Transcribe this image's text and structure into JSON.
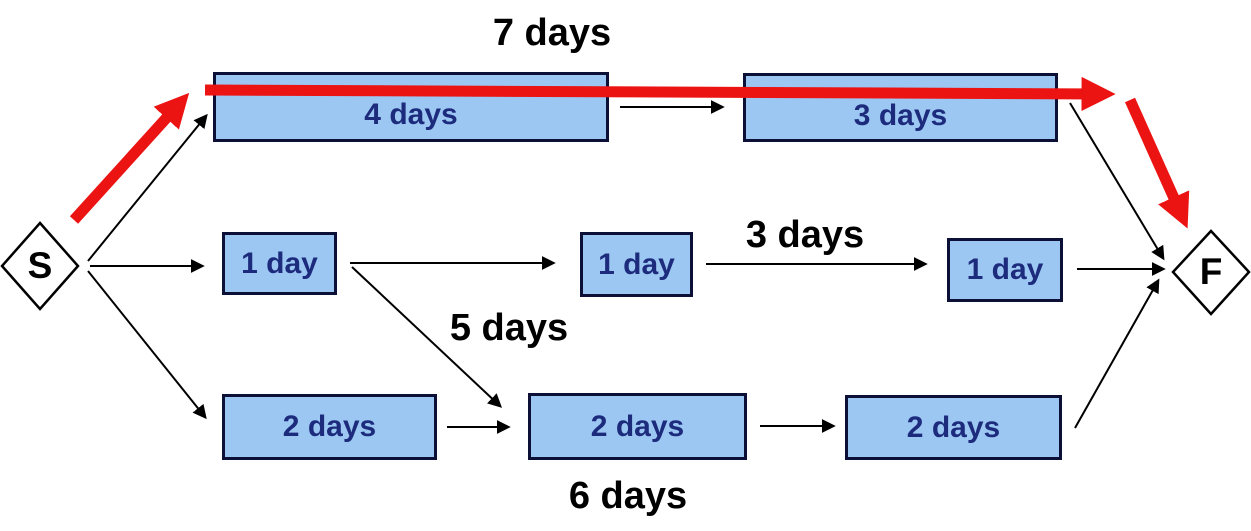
{
  "diagram_type": "project-network-critical-path",
  "nodes": {
    "start": {
      "label": "S"
    },
    "finish": {
      "label": "F"
    },
    "top_row": [
      {
        "label": "4 days"
      },
      {
        "label": "3 days"
      }
    ],
    "middle_row": [
      {
        "label": "1 day"
      },
      {
        "label": "1 day"
      },
      {
        "label": "1 day"
      }
    ],
    "bottom_row": [
      {
        "label": "2 days"
      },
      {
        "label": "2 days"
      },
      {
        "label": "2 days"
      }
    ]
  },
  "path_labels": {
    "top_total": "7 days",
    "middle_total": "3 days",
    "crossover": "5 days",
    "bottom_total": "6 days"
  },
  "colors": {
    "background": "#FFFFFF",
    "box_fill": "#9CC7F3",
    "box_border": "#0C1036",
    "box_text": "#1D2B7D",
    "edge": "#000000",
    "node_text": "#000000",
    "critical_path": "#EC1313"
  }
}
